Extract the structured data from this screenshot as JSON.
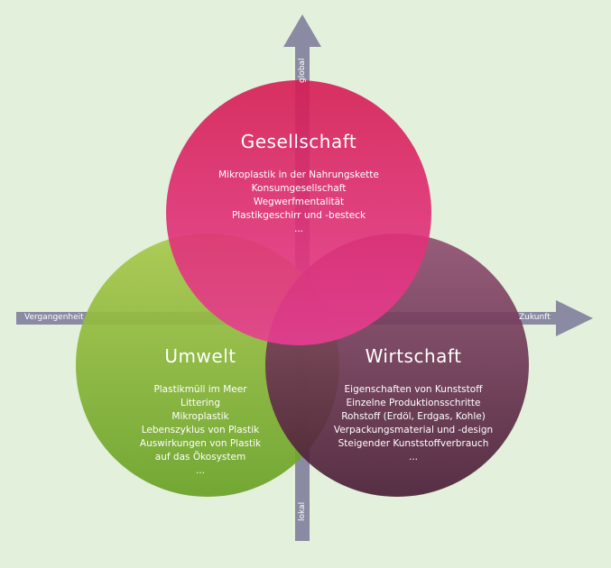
{
  "axes": {
    "vertical_top": "global",
    "vertical_bottom": "lokal",
    "horizontal_left": "Vergangenheit",
    "horizontal_right": "Zukunft"
  },
  "circles": {
    "society": {
      "title": "Gesellschaft",
      "items": [
        "Mikroplastik in der Nahrungskette",
        "Konsumgesellschaft",
        "Wegwerfmentalität",
        "Plastikgeschirr und -besteck",
        "..."
      ]
    },
    "environment": {
      "title": "Umwelt",
      "items": [
        "Plastikmüll im Meer",
        "Littering",
        "Mikroplastik",
        "Lebenszyklus von Plastik",
        "Auswirkungen von Plastik",
        "auf das Ökosystem",
        "..."
      ]
    },
    "economy": {
      "title": "Wirtschaft",
      "items": [
        "Eigenschaften von Kunststoff",
        "Einzelne Produktionsschritte",
        "Rohstoff (Erdöl, Erdgas, Kohle)",
        "Verpackungsmaterial und -design",
        "Steigender Kunststoffverbrauch",
        "..."
      ]
    }
  },
  "colors": {
    "background": "#e2f0dc",
    "axis": "#8a8aa3",
    "society_top": "#d9195a",
    "society_bottom": "#e6388c",
    "environment_top": "#a8c64a",
    "environment_bottom": "#6fa52a",
    "economy_top": "#8e4a6d",
    "economy_bottom": "#4b1d36"
  }
}
